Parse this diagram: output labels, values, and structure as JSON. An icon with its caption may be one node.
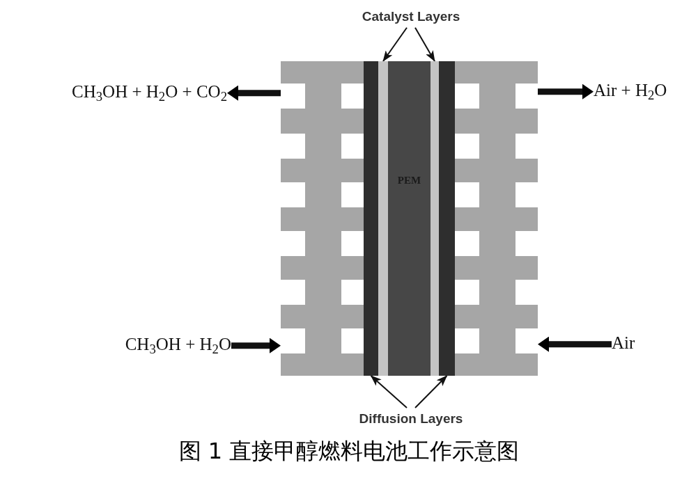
{
  "diagram": {
    "caption": "图 1 直接甲醇燃料电池工作示意图",
    "nodes": [
      {
        "text": [
          "Catalyst Layers"
        ]
      },
      {
        "text": [],
        "shape": "box"
      },
      {
        "text": [],
        "shape": "bar"
      },
      {
        "text": [],
        "shape": "bar"
      },
      {
        "text": [
          "PEM"
        ]
      },
      {
        "text": [],
        "shape": "bar"
      },
      {
        "text": [],
        "shape": "bar"
      },
      {
        "text": [],
        "shape": "box"
      },
      {
        "text": [
          "CH$_{3}$OH + H$_{2}$O + CO$_{2}$"
        ]
      },
      {
        "text": [
          "Air + H$_{2}$O"
        ]
      },
      {
        "text": [
          "CH$_{3}$OH + H$_{2}$O"
        ]
      },
      {
        "text": [
          "Air"
        ]
      },
      {
        "text": [
          "Diffusion Layers"
        ]
      }
    ],
    "edges": [
      {
        "from": 0,
        "to": 3,
        "arrow": "to"
      },
      {
        "from": 0,
        "to": 5,
        "arrow": "to"
      },
      {
        "from": 1,
        "to": 8,
        "arrow": "to",
        "style": "thick"
      },
      {
        "from": 7,
        "to": 9,
        "arrow": "to",
        "style": "thick"
      },
      {
        "from": 10,
        "to": 1,
        "arrow": "to",
        "style": "thick"
      },
      {
        "from": 11,
        "to": 7,
        "arrow": "to",
        "style": "thick"
      },
      {
        "from": 12,
        "to": 2,
        "arrow": "to"
      },
      {
        "from": 12,
        "to": 6,
        "arrow": "to"
      }
    ]
  }
}
